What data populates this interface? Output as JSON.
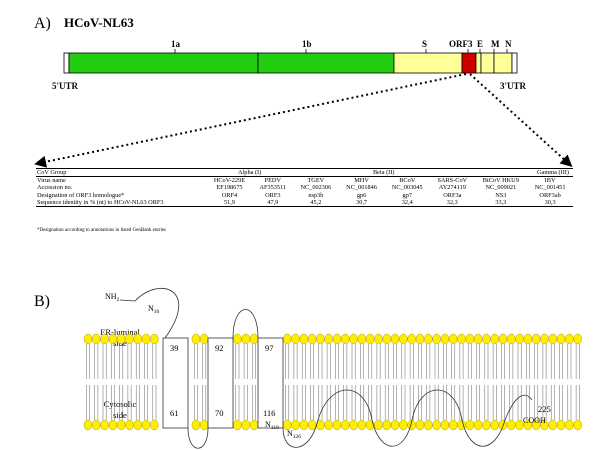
{
  "panelA": {
    "label": "A)",
    "title": "HCoV-NL63",
    "genes": {
      "1a": "1a",
      "1b": "1b",
      "S": "S",
      "ORF3": "ORF3",
      "E": "E",
      "M": "M",
      "N": "N"
    },
    "utr5": "5'UTR",
    "utr3": "3'UTR",
    "colors": {
      "orf1": "#22cc11",
      "structural": "#ffff99",
      "orf3": "#cc0000"
    }
  },
  "table": {
    "columns": [
      "CoV Group",
      "Alpha (I)",
      "Beta (II)",
      "Gamma (III)"
    ],
    "rows": [
      {
        "label": "Virus name",
        "values": [
          "HCoV-229E",
          "PEDV",
          "TGEV",
          "MHV",
          "BCoV",
          "SARS-CoV",
          "BtCoV HKU9",
          "IBV"
        ]
      },
      {
        "label": "Accession no.",
        "values": [
          "EF198675",
          "AF353511",
          "NC_002306",
          "NC_001846",
          "NC_003045",
          "AY274119",
          "NC_009021",
          "NC_001451"
        ]
      },
      {
        "label": "Designation of ORF3 homologue*",
        "values": [
          "ORF4",
          "ORF3",
          "nsp3b",
          "gp6",
          "gp7",
          "ORF3a",
          "NS3",
          "ORF3ab"
        ]
      },
      {
        "label": "Sequence identity in % (nt) to HCoV-NL63 ORF3",
        "values": [
          "51,9",
          "47,9",
          "45,2",
          "30,7",
          "32,4",
          "32,3",
          "33,3",
          "30,3"
        ]
      }
    ],
    "footnote": "*Designation according to annotations in listed GenBank entries"
  },
  "panelB": {
    "label": "B)",
    "nh2": "NH",
    "nh2_sub": "2",
    "n16": "N",
    "n16_sub": "16",
    "er_line1": "ER-luminal",
    "er_line2": "side",
    "cyto_line1": "Cytosolic",
    "cyto_line2": "side",
    "r39": "39",
    "r92": "92",
    "r97": "97",
    "r61": "61",
    "r70": "70",
    "r116": "116",
    "n119": "N",
    "n119_sub": "119",
    "n126": "N",
    "n126_sub": "126",
    "r225": "225",
    "cooh": "COOH",
    "colors": {
      "headgroup": "#ffee00",
      "outline": "#333333"
    }
  }
}
